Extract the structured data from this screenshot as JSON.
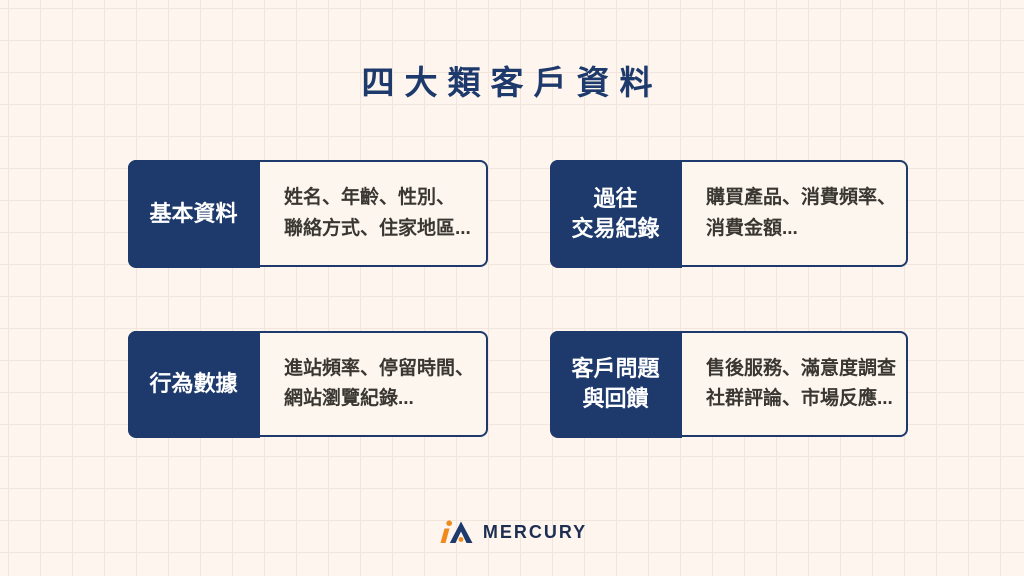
{
  "title": "四大類客戶資料",
  "colors": {
    "navy": "#1E3A6C",
    "orange": "#F18A1D",
    "background": "#FDF5EE",
    "grid_line": "#F2E6DC",
    "card_background": "#FDF6EF",
    "description_text": "#3A3732",
    "label_text": "#FFFFFF"
  },
  "cards": [
    {
      "label": "基本資料",
      "desc": "姓名、年齡、性別、\n聯絡方式、住家地區..."
    },
    {
      "label": "過往\n交易紀錄",
      "desc": "購買產品、消費頻率、\n消費金額..."
    },
    {
      "label": "行為數據",
      "desc": "進站頻率、停留時間、\n網站瀏覽紀錄..."
    },
    {
      "label": "客戶問題\n與回饋",
      "desc": "售後服務、滿意度調查\n社群評論、市場反應..."
    }
  ],
  "logo": {
    "text": "MERCURY",
    "icon": "mercury-ia-mark"
  }
}
